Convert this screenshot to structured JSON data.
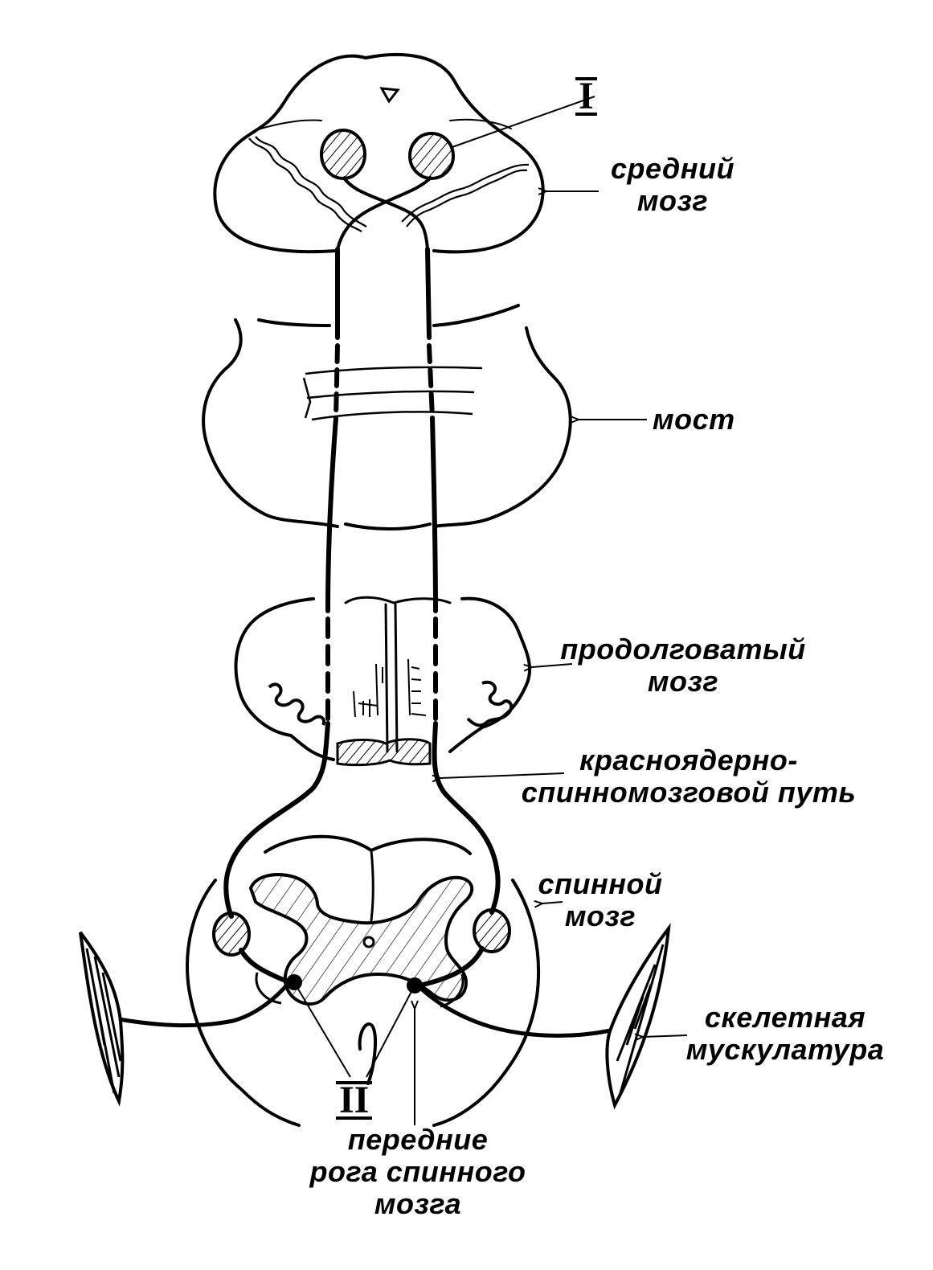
{
  "labels": {
    "midbrain": {
      "line1": "средний",
      "line2": "мозг"
    },
    "pons": "мост",
    "medulla": {
      "line1": "продолговатый",
      "line2": "мозг"
    },
    "tract": {
      "line1": "красноядерно-",
      "line2": "спинномозговой путь"
    },
    "spinal_cord": {
      "line1": "спинной",
      "line2": "мозг"
    },
    "muscle": {
      "line1": "скелетная",
      "line2": "мускулатура"
    },
    "anterior_horns": {
      "line1": "передние",
      "line2": "рога спинного",
      "line3": "мозга"
    },
    "neuron_one": "I",
    "neuron_two": "II"
  },
  "colors": {
    "ink": "#000000",
    "paper": "#ffffff"
  }
}
